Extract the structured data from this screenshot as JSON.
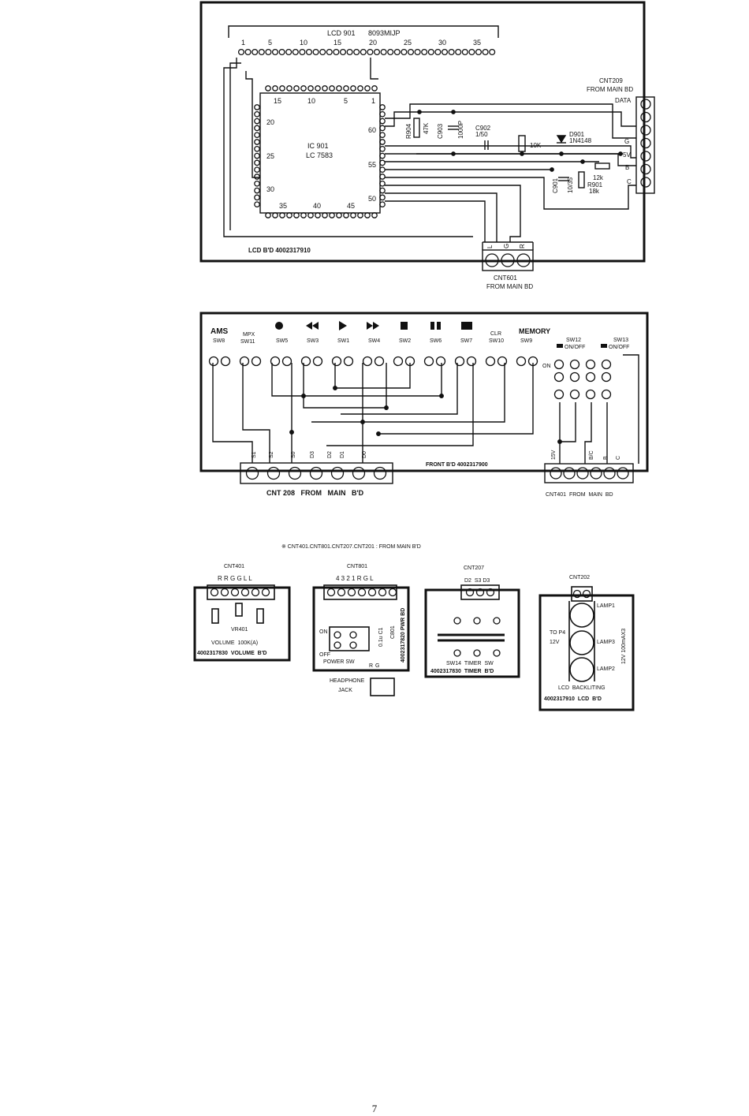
{
  "lcd_board": {
    "lcd_name": "LCD 901",
    "lcd_part": "8093MIJP",
    "lcd_pin_labels": [
      "1",
      "5",
      "10",
      "15",
      "20",
      "25",
      "30",
      "35"
    ],
    "ic_pin_labels_top": [
      "15",
      "10",
      "5",
      "1"
    ],
    "ic_pin_labels_left": [
      "20",
      "25",
      "30"
    ],
    "ic_pin_labels_bottom": [
      "35",
      "40",
      "45"
    ],
    "ic_pin_labels_right": [
      "60",
      "55",
      "50"
    ],
    "ic_name": "IC 901",
    "ic_part": "LC 7583",
    "r904": "R904",
    "r904_value": "47K",
    "c903": "C903",
    "c903_value": "1000P",
    "c902": "C902",
    "c902_value": "1/50",
    "r10k": "10K",
    "d901": "D901",
    "d901_part": "1N4148",
    "c901": "C901",
    "c901_value": "10/35",
    "r12k": "12k",
    "r901": "R901",
    "r901_value": "18k",
    "cnt209": "CNT209",
    "cnt209_from": "FROM MAIN BD",
    "data": "DATA",
    "g": "G",
    "v5": "5V",
    "b": "B",
    "c": "C",
    "board_label": "LCD B'D 4002317910",
    "cnt601_pins": [
      "L",
      "G",
      "R"
    ],
    "cnt601": "CNT601",
    "cnt601_from": "FROM MAIN BD"
  },
  "front_board": {
    "ams": "AMS",
    "sw8": "SW8",
    "mpx": "MPX",
    "sw11": "SW11",
    "sw5": "SW5",
    "sw3": "SW3",
    "sw1": "SW1",
    "sw4": "SW4",
    "sw2": "SW2",
    "sw6": "SW6",
    "sw7": "SW7",
    "clr": "CLR",
    "sw10": "SW10",
    "memory": "MEMORY",
    "sw9": "SW9",
    "sw12": "SW12",
    "sw12_state": "ON/OFF",
    "sw13": "SW13",
    "sw13_state": "ON/OFF",
    "on": "ON",
    "cnt208_pins": [
      "S1",
      "S2",
      "S0",
      "D3",
      "D2",
      "D1",
      "D0"
    ],
    "cnt208": "CNT 208   FROM   MAIN   B'D",
    "board_label": "FRONT B'D 4002317900",
    "cnt401_pins": [
      "15V",
      "B/C",
      "B",
      "C"
    ],
    "cnt401": "CNT401  FROM  MAIN  BD"
  },
  "note": "※ CNT401.CNT801.CNT207.CNT201 : FROM MAIN B'D",
  "volume_board": {
    "title": "CNT401",
    "pins": "R R G G L L",
    "vr": "VR401",
    "caption": "VOLUME  100K(A)",
    "board_label": "4002317830  VOLUME  B'D"
  },
  "power_board": {
    "title": "CNT801",
    "pins": "4 3 2 1 R G L",
    "on": "ON",
    "off": "OFF",
    "power_sw": "POWER SW",
    "c_label1": "0.1u C1",
    "c_label2": "C801",
    "board_label": "4002317820 PWR BD",
    "pin_g": "G",
    "pin_r": "R",
    "jack": "HEADPHONE",
    "jack2": "JACK"
  },
  "timer_board": {
    "title": "CNT207",
    "pins": "D2  S3 D3",
    "sw": "SW14  TIMER  SW",
    "board_label": "4002317830  TIMER  B'D"
  },
  "lamp_board": {
    "title": "CNT202",
    "lamp1": "LAMP1",
    "lamp2": "LAMP2",
    "lamp3": "LAMP3",
    "to_p4": "TO P4",
    "v12": "12V",
    "rating": "12V 100mAX3",
    "caption": "LCD  BACKLITING",
    "board_label": "4002317910  LCD  B'D"
  },
  "page_number": "7"
}
